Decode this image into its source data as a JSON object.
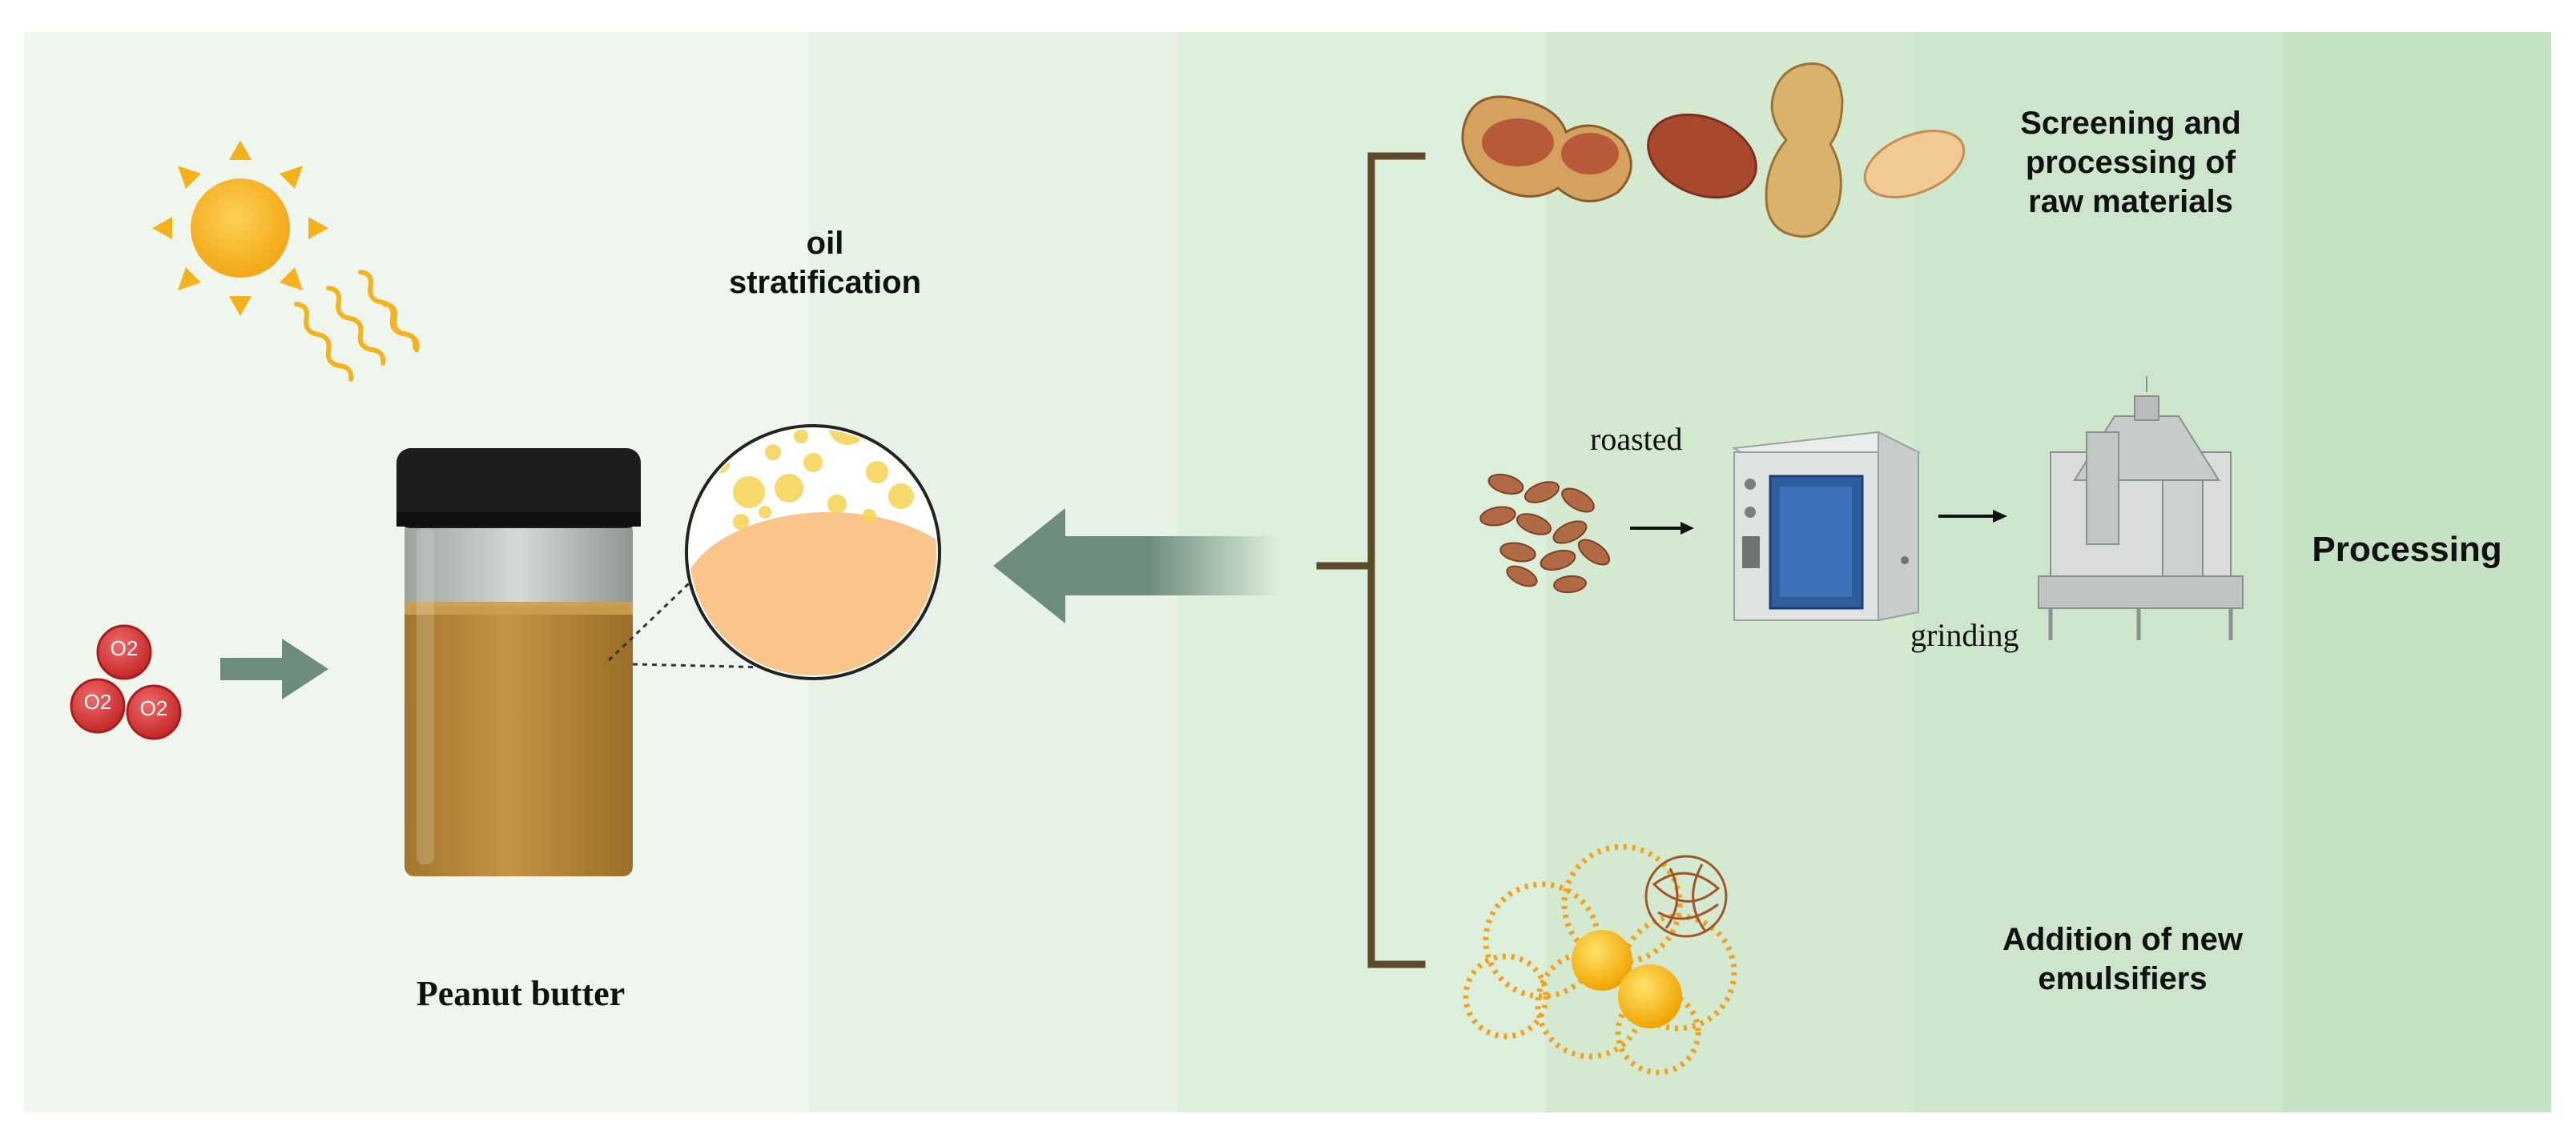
{
  "labels": {
    "oil_stratification": [
      "oil",
      "stratification"
    ],
    "peanut_butter": "Peanut butter",
    "screening": [
      "Screening and",
      "processing of",
      "raw materials"
    ],
    "processing": "Processing",
    "roasted": "roasted",
    "grinding": "grinding",
    "emulsifiers": [
      "Addition of new",
      "emulsifiers"
    ],
    "o2": "O2"
  },
  "colors": {
    "band_1": "#eef6ee",
    "band_2": "#e6f2e5",
    "band_3": "#dcefdb",
    "band_4": "#d3ead1",
    "band_5": "#c9e4c7",
    "arrow": "#6e8c7e",
    "bracket": "#5c4a2a",
    "sun": "#f5b21a",
    "oxygen": "#d83a3a",
    "peanut_butter": "#b88a3a",
    "jar_lid": "#1c1c1c",
    "oil_blob": "#f9c58a",
    "oil_droplet": "#f7d45a"
  },
  "icons": [
    "sun-icon",
    "heat-wave-icon",
    "oxygen-molecule-icon",
    "peanut-icon",
    "roasted-peanuts-icon",
    "oven-icon",
    "grinder-machine-icon",
    "emulsifier-particle-icon"
  ]
}
